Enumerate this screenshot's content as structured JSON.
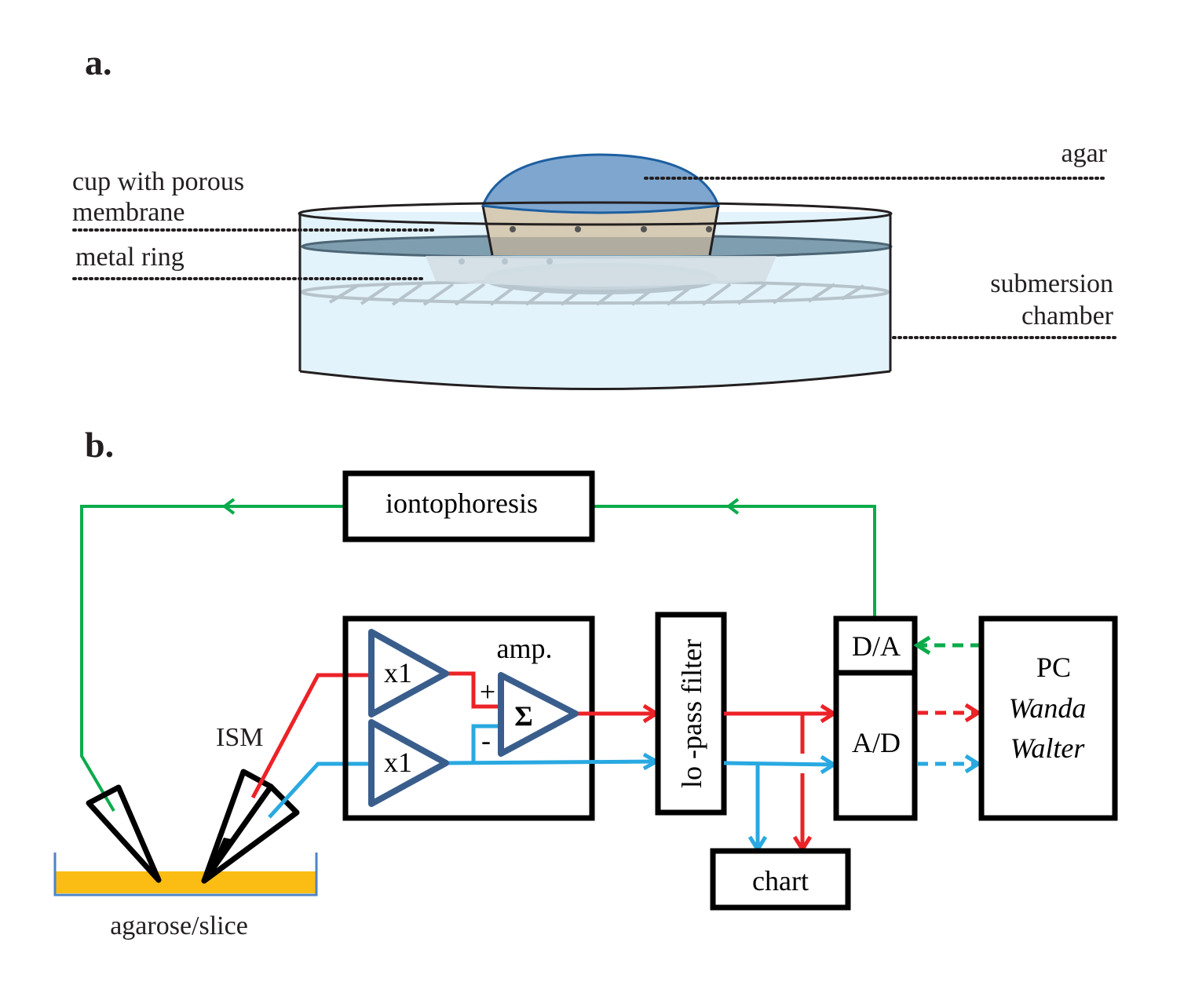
{
  "panel_a": {
    "letter": "a.",
    "labels": {
      "agar": "agar",
      "cup_line1": "cup with porous",
      "cup_line2": "membrane",
      "metal_ring": "metal ring",
      "chamber_line1": "submersion",
      "chamber_line2": "chamber"
    },
    "colors": {
      "agar": "#7ea6cf",
      "agar_edge": "#1d5fa0",
      "cup": "#d6cbb5",
      "water": "#e3f3fb",
      "water_surface": "#7a9aac",
      "ring": "#b7c6ce"
    }
  },
  "panel_b": {
    "letter": "b.",
    "blocks": {
      "iontophoresis": "iontophoresis",
      "amp": "amp.",
      "buffer_top": "x1",
      "buffer_bottom": "x1",
      "sum_symbol": "Σ",
      "plus": "+",
      "minus": "-",
      "filter": "lo -pass filter",
      "da": "D/A",
      "ad": "A/D",
      "pc": "PC",
      "software1": "Wanda",
      "software2": "Walter",
      "chart": "chart"
    },
    "labels": {
      "ism": "ISM",
      "slice": "agarose/slice"
    },
    "colors": {
      "green": "#0bab4b",
      "red": "#ec2227",
      "blue": "#29a9e1",
      "amp_triangle": "#3a5e8c",
      "slice": "#fbbd13",
      "dish": "#4e84c4"
    }
  }
}
